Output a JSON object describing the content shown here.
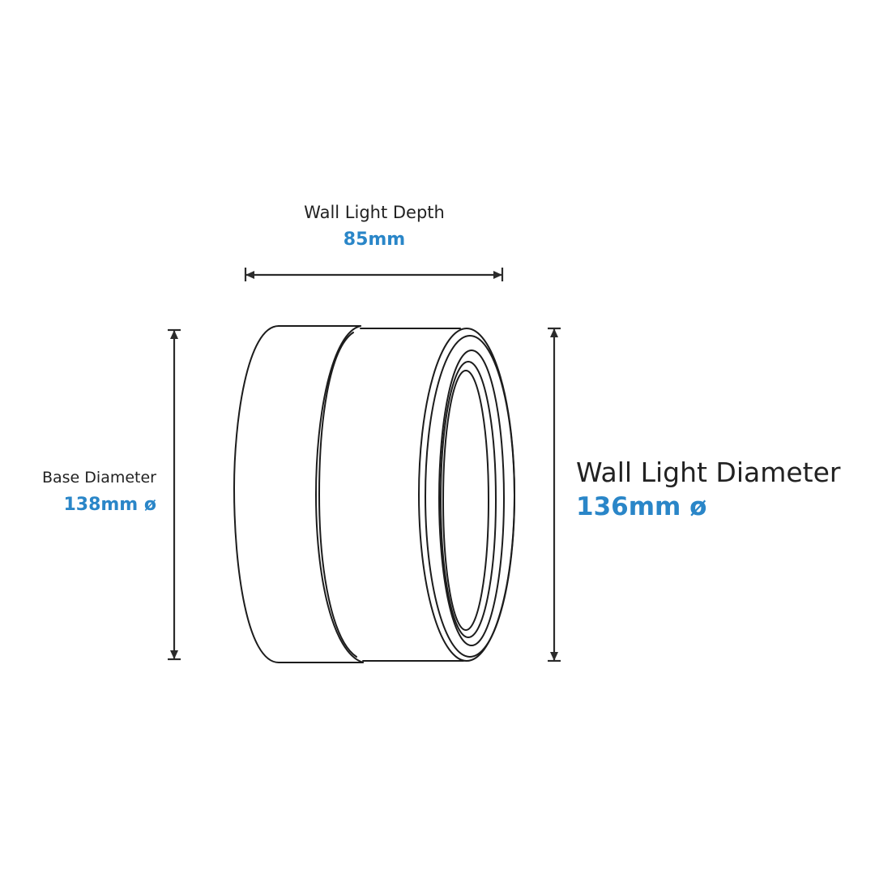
{
  "dimensions": {
    "depth": {
      "title": "Wall Light Depth",
      "value": "85mm"
    },
    "base_diameter": {
      "title": "Base Diameter",
      "value": "138mm ø"
    },
    "wall_light_diameter": {
      "title": "Wall Light Diameter",
      "value": "136mm ø"
    }
  },
  "colors": {
    "accent": "#2a86c8",
    "text": "#222222",
    "line": "#1c1c1c",
    "background": "#ffffff"
  }
}
